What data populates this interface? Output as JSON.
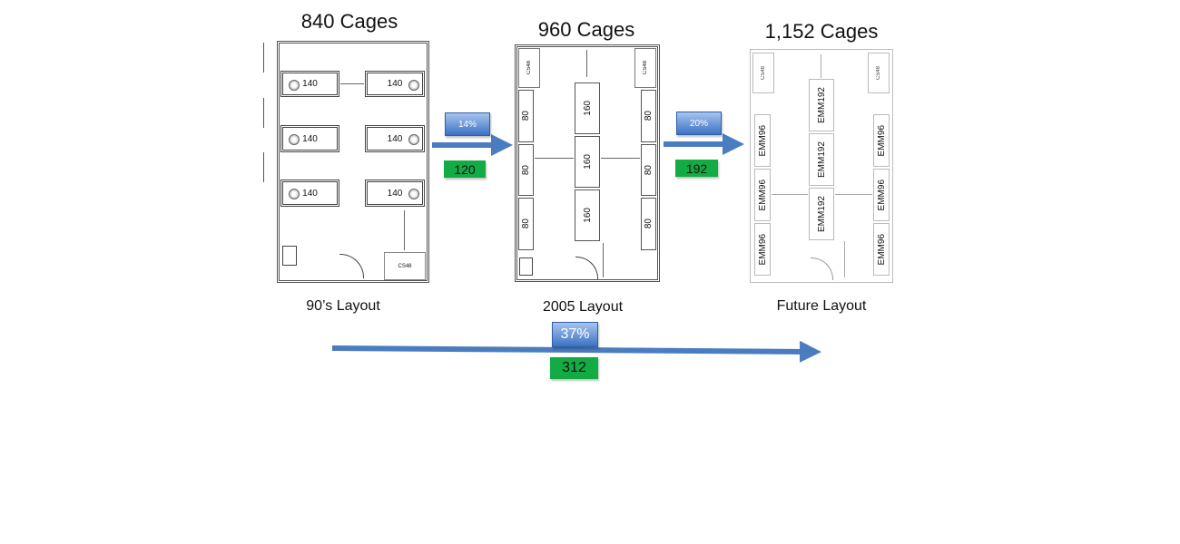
{
  "titles": {
    "layout1": "840 Cages",
    "layout2": "960 Cages",
    "layout3": "1,152 Cages"
  },
  "captions": {
    "layout1": "90’s Layout",
    "layout2": "2005 Layout",
    "layout3": "Future Layout"
  },
  "steps": [
    {
      "percent": "14%",
      "added": "120"
    },
    {
      "percent": "20%",
      "added": "192"
    }
  ],
  "overall": {
    "percent": "37%",
    "added": "312"
  },
  "plan1": {
    "racks": [
      "140",
      "140",
      "140",
      "140",
      "140",
      "140"
    ],
    "cabinet": "CS48"
  },
  "plan2": {
    "racks_side": [
      "80",
      "80",
      "80",
      "80",
      "80",
      "80"
    ],
    "racks_center": [
      "160",
      "160",
      "160"
    ],
    "cabinets": [
      "CS48",
      "CS48"
    ]
  },
  "plan3": {
    "racks_side": [
      "EMM96",
      "EMM96",
      "EMM96",
      "EMM96",
      "EMM96",
      "EMM96"
    ],
    "racks_center": [
      "EMM192",
      "EMM192",
      "EMM192"
    ],
    "cabinets": [
      "CS48",
      "CS48"
    ]
  },
  "colors": {
    "arrow": "#4a7cc0",
    "badge_blue": "#5a8bd6",
    "badge_green": "#13ac44"
  }
}
